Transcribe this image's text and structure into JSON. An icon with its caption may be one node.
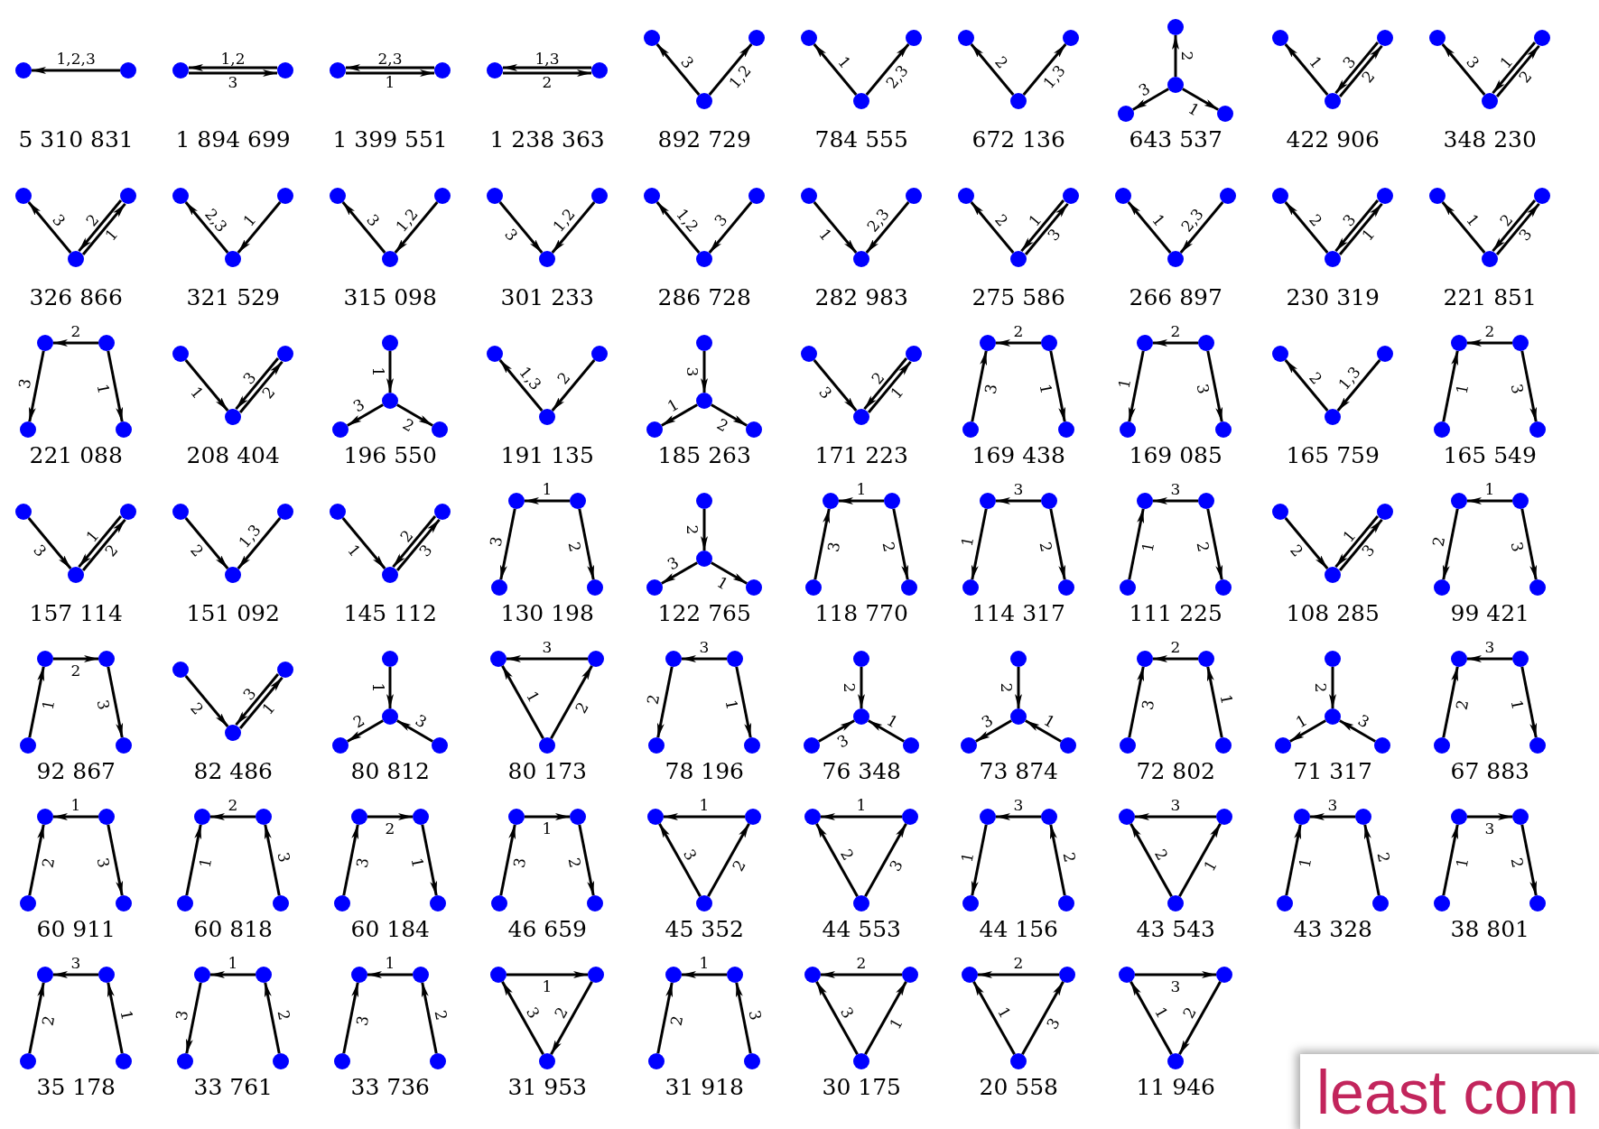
{
  "diagram": {
    "nodes": [
      {
        "text": [],
        "shape": "circle"
      },
      {
        "text": [],
        "shape": "circle"
      },
      {
        "text": [],
        "shape": "circle"
      },
      {
        "text": [],
        "shape": "circle"
      },
      {
        "text": [],
        "shape": "circle"
      },
      {
        "text": [],
        "shape": "circle"
      },
      {
        "text": [],
        "shape": "circle"
      },
      {
        "text": [],
        "shape": "circle"
      },
      {
        "text": [],
        "shape": "circle"
      },
      {
        "text": [],
        "shape": "circle"
      },
      {
        "text": [],
        "shape": "circle"
      },
      {
        "text": [],
        "shape": "circle"
      },
      {
        "text": [],
        "shape": "circle"
      },
      {
        "text": [],
        "shape": "circle"
      },
      {
        "text": [],
        "shape": "circle"
      },
      {
        "text": [],
        "shape": "circle"
      },
      {
        "text": [],
        "shape": "circle"
      },
      {
        "text": [],
        "shape": "circle"
      },
      {
        "text": [],
        "shape": "circle"
      },
      {
        "text": [],
        "shape": "circle"
      },
      {
        "text": [],
        "shape": "circle"
      },
      {
        "text": [],
        "shape": "circle"
      },
      {
        "text": [],
        "shape": "circle"
      },
      {
        "text": [],
        "shape": "circle"
      },
      {
        "text": [],
        "shape": "circle"
      },
      {
        "text": [],
        "shape": "circle"
      },
      {
        "text": [],
        "shape": "circle"
      },
      {
        "text": [],
        "shape": "circle"
      },
      {
        "text": [],
        "shape": "circle"
      },
      {
        "text": [],
        "shape": "circle"
      },
      {
        "text": [],
        "shape": "circle"
      },
      {
        "text": [],
        "shape": "circle"
      },
      {
        "text": [],
        "shape": "circle"
      },
      {
        "text": [],
        "shape": "circle"
      },
      {
        "text": [],
        "shape": "circle"
      },
      {
        "text": [],
        "shape": "circle"
      },
      {
        "text": [],
        "shape": "circle"
      },
      {
        "text": [],
        "shape": "circle"
      },
      {
        "text": [],
        "shape": "circle"
      },
      {
        "text": [],
        "shape": "circle"
      },
      {
        "text": [],
        "shape": "circle"
      },
      {
        "text": [],
        "shape": "circle"
      },
      {
        "text": [],
        "shape": "circle"
      },
      {
        "text": [],
        "shape": "circle"
      },
      {
        "text": [],
        "shape": "circle"
      },
      {
        "text": [],
        "shape": "circle"
      },
      {
        "text": [],
        "shape": "circle"
      },
      {
        "text": [],
        "shape": "circle"
      },
      {
        "text": [],
        "shape": "circle"
      },
      {
        "text": [],
        "shape": "circle"
      },
      {
        "text": [],
        "shape": "circle"
      },
      {
        "text": [],
        "shape": "circle"
      },
      {
        "text": [],
        "shape": "circle"
      },
      {
        "text": [],
        "shape": "circle"
      },
      {
        "text": [],
        "shape": "circle"
      },
      {
        "text": [],
        "shape": "circle"
      },
      {
        "text": [],
        "shape": "circle"
      },
      {
        "text": [],
        "shape": "circle"
      },
      {
        "text": [],
        "shape": "circle"
      },
      {
        "text": [],
        "shape": "circle"
      },
      {
        "text": [],
        "shape": "circle"
      },
      {
        "text": [],
        "shape": "circle"
      },
      {
        "text": [],
        "shape": "circle"
      },
      {
        "text": [],
        "shape": "circle"
      },
      {
        "text": [],
        "shape": "circle"
      },
      {
        "text": [],
        "shape": "circle"
      },
      {
        "text": [],
        "shape": "circle"
      },
      {
        "text": [],
        "shape": "circle"
      },
      {
        "text": [],
        "shape": "circle"
      },
      {
        "text": [],
        "shape": "circle"
      },
      {
        "text": [],
        "shape": "circle"
      },
      {
        "text": [],
        "shape": "circle"
      },
      {
        "text": [],
        "shape": "circle"
      },
      {
        "text": [],
        "shape": "circle"
      },
      {
        "text": [],
        "shape": "circle"
      },
      {
        "text": [],
        "shape": "circle"
      },
      {
        "text": [],
        "shape": "circle"
      },
      {
        "text": [],
        "shape": "circle"
      },
      {
        "text": [],
        "shape": "circle"
      },
      {
        "text": [],
        "shape": "circle"
      },
      {
        "text": [],
        "shape": "circle"
      },
      {
        "text": [],
        "shape": "circle"
      },
      {
        "text": [],
        "shape": "circle"
      },
      {
        "text": [],
        "shape": "circle"
      },
      {
        "text": [],
        "shape": "circle"
      },
      {
        "text": [],
        "shape": "circle"
      },
      {
        "text": [],
        "shape": "circle"
      },
      {
        "text": [],
        "shape": "circle"
      },
      {
        "text": [],
        "shape": "circle"
      },
      {
        "text": [],
        "shape": "circle"
      },
      {
        "text": [],
        "shape": "circle"
      },
      {
        "text": [],
        "shape": "circle"
      },
      {
        "text": [],
        "shape": "circle"
      },
      {
        "text": [],
        "shape": "circle"
      },
      {
        "text": [],
        "shape": "circle"
      },
      {
        "text": [],
        "shape": "circle"
      },
      {
        "text": [],
        "shape": "circle"
      },
      {
        "text": [],
        "shape": "circle"
      },
      {
        "text": [],
        "shape": "circle"
      },
      {
        "text": [],
        "shape": "circle"
      },
      {
        "text": [],
        "shape": "circle"
      },
      {
        "text": [],
        "shape": "circle"
      },
      {
        "text": [],
        "shape": "circle"
      },
      {
        "text": [],
        "shape": "circle"
      },
      {
        "text": [],
        "shape": "circle"
      },
      {
        "text": [],
        "shape": "circle"
      },
      {
        "text": [],
        "shape": "circle"
      },
      {
        "text": [],
        "shape": "circle"
      },
      {
        "text": [],
        "shape": "circle"
      },
      {
        "text": [],
        "shape": "circle"
      },
      {
        "text": [],
        "shape": "circle"
      },
      {
        "text": [],
        "shape": "circle"
      },
      {
        "text": [],
        "shape": "circle"
      },
      {
        "text": [],
        "shape": "circle"
      },
      {
        "text": [],
        "shape": "circle"
      },
      {
        "text": [],
        "shape": "circle"
      },
      {
        "text": [],
        "shape": "circle"
      },
      {
        "text": [],
        "shape": "circle"
      },
      {
        "text": [],
        "shape": "circle"
      },
      {
        "text": [],
        "shape": "circle"
      },
      {
        "text": [],
        "shape": "circle"
      },
      {
        "text": [],
        "shape": "circle"
      },
      {
        "text": [],
        "shape": "circle"
      },
      {
        "text": [],
        "shape": "circle"
      },
      {
        "text": [],
        "shape": "circle"
      },
      {
        "text": [],
        "shape": "circle"
      },
      {
        "text": [],
        "shape": "circle"
      },
      {
        "text": [],
        "shape": "circle"
      },
      {
        "text": [],
        "shape": "circle"
      },
      {
        "text": [],
        "shape": "circle"
      },
      {
        "text": [],
        "shape": "circle"
      },
      {
        "text": [],
        "shape": "circle"
      },
      {
        "text": [],
        "shape": "circle"
      },
      {
        "text": [],
        "shape": "circle"
      },
      {
        "text": [],
        "shape": "circle"
      },
      {
        "text": [],
        "shape": "circle"
      },
      {
        "text": [],
        "shape": "circle"
      },
      {
        "text": [],
        "shape": "circle"
      },
      {
        "text": [],
        "shape": "circle"
      },
      {
        "text": [],
        "shape": "circle"
      },
      {
        "text": [],
        "shape": "circle"
      },
      {
        "text": [],
        "shape": "circle"
      },
      {
        "text": [],
        "shape": "circle"
      },
      {
        "text": [],
        "shape": "circle"
      },
      {
        "text": [],
        "shape": "circle"
      },
      {
        "text": [],
        "shape": "circle"
      },
      {
        "text": [],
        "shape": "circle"
      },
      {
        "text": [],
        "shape": "circle"
      },
      {
        "text": [],
        "shape": "circle"
      },
      {
        "text": [],
        "shape": "circle"
      },
      {
        "text": [],
        "shape": "circle"
      },
      {
        "text": [],
        "shape": "circle"
      },
      {
        "text": [],
        "shape": "circle"
      },
      {
        "text": [],
        "shape": "circle"
      },
      {
        "text": [],
        "shape": "circle"
      },
      {
        "text": [],
        "shape": "circle"
      },
      {
        "text": [],
        "shape": "circle"
      },
      {
        "text": [],
        "shape": "circle"
      },
      {
        "text": [],
        "shape": "circle"
      },
      {
        "text": [],
        "shape": "circle"
      },
      {
        "text": [],
        "shape": "circle"
      },
      {
        "text": [],
        "shape": "circle"
      },
      {
        "text": [],
        "shape": "circle"
      },
      {
        "text": [],
        "shape": "circle"
      },
      {
        "text": [],
        "shape": "circle"
      },
      {
        "text": [],
        "shape": "circle"
      },
      {
        "text": [],
        "shape": "circle"
      },
      {
        "text": [],
        "shape": "circle"
      },
      {
        "text": [],
        "shape": "circle"
      },
      {
        "text": [],
        "shape": "circle"
      },
      {
        "text": [],
        "shape": "circle"
      },
      {
        "text": [],
        "shape": "circle"
      },
      {
        "text": [],
        "shape": "circle"
      },
      {
        "text": [],
        "shape": "circle"
      },
      {
        "text": [],
        "shape": "circle"
      },
      {
        "text": [],
        "shape": "circle"
      },
      {
        "text": [],
        "shape": "circle"
      },
      {
        "text": [],
        "shape": "circle"
      },
      {
        "text": [],
        "shape": "circle"
      },
      {
        "text": [],
        "shape": "circle"
      },
      {
        "text": [],
        "shape": "circle"
      },
      {
        "text": [],
        "shape": "circle"
      },
      {
        "text": [],
        "shape": "circle"
      },
      {
        "text": [],
        "shape": "circle"
      },
      {
        "text": [],
        "shape": "circle"
      },
      {
        "text": [],
        "shape": "circle"
      },
      {
        "text": [],
        "shape": "circle"
      },
      {
        "text": [],
        "shape": "circle"
      },
      {
        "text": [],
        "shape": "circle"
      },
      {
        "text": [],
        "shape": "circle"
      },
      {
        "text": [],
        "shape": "circle"
      },
      {
        "text": [],
        "shape": "circle"
      },
      {
        "text": [],
        "shape": "circle"
      },
      {
        "text": [],
        "shape": "circle"
      },
      {
        "text": [],
        "shape": "circle"
      },
      {
        "text": [],
        "shape": "circle"
      },
      {
        "text": [],
        "shape": "circle"
      },
      {
        "text": [],
        "shape": "circle"
      },
      {
        "text": [],
        "shape": "circle"
      },
      {
        "text": [],
        "shape": "circle"
      },
      {
        "text": [],
        "shape": "circle"
      },
      {
        "text": [],
        "shape": "circle"
      },
      {
        "text": [],
        "shape": "circle"
      },
      {
        "text": [],
        "shape": "circle"
      },
      {
        "text": [],
        "shape": "circle"
      },
      {
        "text": [],
        "shape": "circle"
      },
      {
        "text": [],
        "shape": "circle"
      },
      {
        "text": [],
        "shape": "circle"
      },
      {
        "text": [],
        "shape": "circle"
      },
      {
        "text": [],
        "shape": "circle"
      },
      {
        "text": [],
        "shape": "circle"
      },
      {
        "text": [],
        "shape": "circle"
      },
      {
        "text": [],
        "shape": "circle"
      },
      {
        "text": [],
        "shape": "circle"
      },
      {
        "text": [],
        "shape": "circle"
      },
      {
        "text": [],
        "shape": "circle"
      },
      {
        "text": [],
        "shape": "circle"
      },
      {
        "text": [],
        "shape": "circle"
      },
      {
        "text": [],
        "shape": "circle"
      },
      {
        "text": [],
        "shape": "circle"
      },
      {
        "text": [],
        "shape": "circle"
      },
      {
        "text": [],
        "shape": "circle"
      },
      {
        "text": [],
        "shape": "circle"
      },
      {
        "text": [],
        "shape": "circle"
      },
      {
        "text": [],
        "shape": "circle"
      },
      {
        "text": [],
        "shape": "circle"
      },
      {
        "text": [],
        "shape": "circle"
      },
      {
        "text": [],
        "shape": "circle"
      },
      {
        "text": [],
        "shape": "circle"
      },
      {
        "text": [],
        "shape": "circle"
      },
      {
        "text": [],
        "shape": "circle"
      },
      {
        "text": [],
        "shape": "circle"
      }
    ],
    "edges": [
      {
        "from": 1,
        "to": 0,
        "arrow": "to",
        "label": "1,2,3"
      },
      {
        "from": 3,
        "to": 2,
        "arrow": "to",
        "label": "1,2"
      },
      {
        "from": 2,
        "to": 3,
        "arrow": "to",
        "label": "3"
      },
      {
        "from": 5,
        "to": 4,
        "arrow": "to",
        "label": "2,3"
      },
      {
        "from": 4,
        "to": 5,
        "arrow": "to",
        "label": "1"
      },
      {
        "from": 7,
        "to": 6,
        "arrow": "to",
        "label": "1,3"
      },
      {
        "from": 6,
        "to": 7,
        "arrow": "to",
        "label": "2"
      },
      {
        "from": 10,
        "to": 8,
        "arrow": "to",
        "label": "3"
      },
      {
        "from": 10,
        "to": 9,
        "arrow": "to",
        "label": "1,2"
      },
      {
        "from": 13,
        "to": 11,
        "arrow": "to",
        "label": "1"
      },
      {
        "from": 13,
        "to": 12,
        "arrow": "to",
        "label": "2,3"
      },
      {
        "from": 16,
        "to": 14,
        "arrow": "to",
        "label": "2"
      },
      {
        "from": 16,
        "to": 15,
        "arrow": "to",
        "label": "1,3"
      },
      {
        "from": 18,
        "to": 17,
        "arrow": "to",
        "label": "2"
      },
      {
        "from": 18,
        "to": 19,
        "arrow": "to",
        "label": "3"
      },
      {
        "from": 18,
        "to": 20,
        "arrow": "to",
        "label": "1"
      },
      {
        "from": 23,
        "to": 21,
        "arrow": "to",
        "label": "1"
      },
      {
        "from": 23,
        "to": 22,
        "arrow": "to",
        "label": "2"
      },
      {
        "from": 22,
        "to": 23,
        "arrow": "to",
        "label": "3"
      },
      {
        "from": 26,
        "to": 24,
        "arrow": "to",
        "label": "3"
      },
      {
        "from": 26,
        "to": 25,
        "arrow": "to",
        "label": "2"
      },
      {
        "from": 25,
        "to": 26,
        "arrow": "to",
        "label": "1"
      },
      {
        "from": 29,
        "to": 27,
        "arrow": "to",
        "label": "3"
      },
      {
        "from": 29,
        "to": 28,
        "arrow": "to",
        "label": "1"
      },
      {
        "from": 28,
        "to": 29,
        "arrow": "to",
        "label": "2"
      },
      {
        "from": 32,
        "to": 30,
        "arrow": "to",
        "label": "2,3"
      },
      {
        "from": 31,
        "to": 32,
        "arrow": "to",
        "label": "1"
      },
      {
        "from": 35,
        "to": 33,
        "arrow": "to",
        "label": "3"
      },
      {
        "from": 34,
        "to": 35,
        "arrow": "to",
        "label": "1,2"
      },
      {
        "from": 36,
        "to": 38,
        "arrow": "to",
        "label": "3"
      },
      {
        "from": 37,
        "to": 38,
        "arrow": "to",
        "label": "1,2"
      },
      {
        "from": 41,
        "to": 39,
        "arrow": "to",
        "label": "1,2"
      },
      {
        "from": 40,
        "to": 41,
        "arrow": "to",
        "label": "3"
      },
      {
        "from": 42,
        "to": 44,
        "arrow": "to",
        "label": "1"
      },
      {
        "from": 43,
        "to": 44,
        "arrow": "to",
        "label": "2,3"
      },
      {
        "from": 47,
        "to": 45,
        "arrow": "to",
        "label": "2"
      },
      {
        "from": 47,
        "to": 46,
        "arrow": "to",
        "label": "3"
      },
      {
        "from": 46,
        "to": 47,
        "arrow": "to",
        "label": "1"
      },
      {
        "from": 50,
        "to": 48,
        "arrow": "to",
        "label": "1"
      },
      {
        "from": 49,
        "to": 50,
        "arrow": "to",
        "label": "2,3"
      },
      {
        "from": 53,
        "to": 51,
        "arrow": "to",
        "label": "2"
      },
      {
        "from": 53,
        "to": 52,
        "arrow": "to",
        "label": "1"
      },
      {
        "from": 52,
        "to": 53,
        "arrow": "to",
        "label": "3"
      },
      {
        "from": 56,
        "to": 54,
        "arrow": "to",
        "label": "1"
      },
      {
        "from": 56,
        "to": 55,
        "arrow": "to",
        "label": "3"
      },
      {
        "from": 55,
        "to": 56,
        "arrow": "to",
        "label": "2"
      },
      {
        "from": 58,
        "to": 57,
        "arrow": "to",
        "label": "2"
      },
      {
        "from": 57,
        "to": 59,
        "arrow": "to",
        "label": "3"
      },
      {
        "from": 58,
        "to": 60,
        "arrow": "to",
        "label": "1"
      },
      {
        "from": 61,
        "to": 63,
        "arrow": "to",
        "label": "1"
      },
      {
        "from": 63,
        "to": 62,
        "arrow": "to",
        "label": "2"
      },
      {
        "from": 62,
        "to": 63,
        "arrow": "to",
        "label": "3"
      },
      {
        "from": 64,
        "to": 65,
        "arrow": "to",
        "label": "1"
      },
      {
        "from": 65,
        "to": 66,
        "arrow": "to",
        "label": "3"
      },
      {
        "from": 65,
        "to": 67,
        "arrow": "to",
        "label": "2"
      },
      {
        "from": 70,
        "to": 68,
        "arrow": "to",
        "label": "1,3"
      },
      {
        "from": 69,
        "to": 70,
        "arrow": "to",
        "label": "2"
      },
      {
        "from": 71,
        "to": 72,
        "arrow": "to",
        "label": "3"
      },
      {
        "from": 72,
        "to": 73,
        "arrow": "to",
        "label": "1"
      },
      {
        "from": 72,
        "to": 74,
        "arrow": "to",
        "label": "2"
      },
      {
        "from": 75,
        "to": 77,
        "arrow": "to",
        "label": "3"
      },
      {
        "from": 77,
        "to": 76,
        "arrow": "to",
        "label": "1"
      },
      {
        "from": 76,
        "to": 77,
        "arrow": "to",
        "label": "2"
      },
      {
        "from": 79,
        "to": 78,
        "arrow": "to",
        "label": "2"
      },
      {
        "from": 80,
        "to": 78,
        "arrow": "to",
        "label": "3"
      },
      {
        "from": 79,
        "to": 81,
        "arrow": "to",
        "label": "1"
      },
      {
        "from": 83,
        "to": 82,
        "arrow": "to",
        "label": "2"
      },
      {
        "from": 82,
        "to": 84,
        "arrow": "to",
        "label": "1"
      },
      {
        "from": 83,
        "to": 85,
        "arrow": "to",
        "label": "3"
      },
      {
        "from": 88,
        "to": 86,
        "arrow": "to",
        "label": "2"
      },
      {
        "from": 87,
        "to": 88,
        "arrow": "to",
        "label": "1,3"
      },
      {
        "from": 90,
        "to": 89,
        "arrow": "to",
        "label": "2"
      },
      {
        "from": 91,
        "to": 89,
        "arrow": "to",
        "label": "1"
      },
      {
        "from": 90,
        "to": 92,
        "arrow": "to",
        "label": "3"
      },
      {
        "from": 93,
        "to": 95,
        "arrow": "to",
        "label": "3"
      },
      {
        "from": 95,
        "to": 94,
        "arrow": "to",
        "label": "2"
      },
      {
        "from": 94,
        "to": 95,
        "arrow": "to",
        "label": "1"
      },
      {
        "from": 96,
        "to": 98,
        "arrow": "to",
        "label": "2"
      },
      {
        "from": 97,
        "to": 98,
        "arrow": "to",
        "label": "1,3"
      },
      {
        "from": 99,
        "to": 101,
        "arrow": "to",
        "label": "1"
      },
      {
        "from": 101,
        "to": 100,
        "arrow": "to",
        "label": "3"
      },
      {
        "from": 100,
        "to": 101,
        "arrow": "to",
        "label": "2"
      },
      {
        "from": 103,
        "to": 102,
        "arrow": "to",
        "label": "1"
      },
      {
        "from": 102,
        "to": 104,
        "arrow": "to",
        "label": "3"
      },
      {
        "from": 103,
        "to": 105,
        "arrow": "to",
        "label": "2"
      },
      {
        "from": 106,
        "to": 107,
        "arrow": "to",
        "label": "2"
      },
      {
        "from": 107,
        "to": 108,
        "arrow": "to",
        "label": "3"
      },
      {
        "from": 107,
        "to": 109,
        "arrow": "to",
        "label": "1"
      },
      {
        "from": 111,
        "to": 110,
        "arrow": "to",
        "label": "1"
      },
      {
        "from": 112,
        "to": 110,
        "arrow": "to",
        "label": "3"
      },
      {
        "from": 111,
        "to": 113,
        "arrow": "to",
        "label": "2"
      },
      {
        "from": 115,
        "to": 114,
        "arrow": "to",
        "label": "3"
      },
      {
        "from": 114,
        "to": 116,
        "arrow": "to",
        "label": "1"
      },
      {
        "from": 115,
        "to": 117,
        "arrow": "to",
        "label": "2"
      },
      {
        "from": 119,
        "to": 118,
        "arrow": "to",
        "label": "3"
      },
      {
        "from": 120,
        "to": 118,
        "arrow": "to",
        "label": "1"
      },
      {
        "from": 119,
        "to": 121,
        "arrow": "to",
        "label": "2"
      },
      {
        "from": 122,
        "to": 124,
        "arrow": "to",
        "label": "2"
      },
      {
        "from": 124,
        "to": 123,
        "arrow": "to",
        "label": "3"
      },
      {
        "from": 123,
        "to": 124,
        "arrow": "to",
        "label": "1"
      },
      {
        "from": 126,
        "to": 125,
        "arrow": "to",
        "label": "1"
      },
      {
        "from": 125,
        "to": 127,
        "arrow": "to",
        "label": "2"
      },
      {
        "from": 126,
        "to": 128,
        "arrow": "to",
        "label": "3"
      },
      {
        "from": 129,
        "to": 130,
        "arrow": "to",
        "label": "2"
      },
      {
        "from": 131,
        "to": 129,
        "arrow": "to",
        "label": "1"
      },
      {
        "from": 130,
        "to": 132,
        "arrow": "to",
        "label": "3"
      },
      {
        "from": 133,
        "to": 135,
        "arrow": "to",
        "label": "2"
      },
      {
        "from": 135,
        "to": 134,
        "arrow": "to",
        "label": "1"
      },
      {
        "from": 134,
        "to": 135,
        "arrow": "to",
        "label": "3"
      },
      {
        "from": 136,
        "to": 137,
        "arrow": "to",
        "label": "1"
      },
      {
        "from": 137,
        "to": 138,
        "arrow": "to",
        "label": "2"
      },
      {
        "from": 139,
        "to": 137,
        "arrow": "to",
        "label": "3"
      },
      {
        "from": 141,
        "to": 140,
        "arrow": "to",
        "label": "3"
      },
      {
        "from": 142,
        "to": 140,
        "arrow": "to",
        "label": "1"
      },
      {
        "from": 142,
        "to": 141,
        "arrow": "to",
        "label": "2"
      },
      {
        "from": 144,
        "to": 143,
        "arrow": "to",
        "label": "3"
      },
      {
        "from": 143,
        "to": 145,
        "arrow": "to",
        "label": "2"
      },
      {
        "from": 144,
        "to": 146,
        "arrow": "to",
        "label": "1"
      },
      {
        "from": 147,
        "to": 148,
        "arrow": "to",
        "label": "2"
      },
      {
        "from": 149,
        "to": 148,
        "arrow": "to",
        "label": "3"
      },
      {
        "from": 150,
        "to": 148,
        "arrow": "to",
        "label": "1"
      },
      {
        "from": 151,
        "to": 152,
        "arrow": "to",
        "label": "2"
      },
      {
        "from": 152,
        "to": 153,
        "arrow": "to",
        "label": "3"
      },
      {
        "from": 154,
        "to": 152,
        "arrow": "to",
        "label": "1"
      },
      {
        "from": 156,
        "to": 155,
        "arrow": "to",
        "label": "2"
      },
      {
        "from": 157,
        "to": 155,
        "arrow": "to",
        "label": "3"
      },
      {
        "from": 158,
        "to": 156,
        "arrow": "to",
        "label": "1"
      },
      {
        "from": 159,
        "to": 160,
        "arrow": "to",
        "label": "2"
      },
      {
        "from": 160,
        "to": 161,
        "arrow": "to",
        "label": "1"
      },
      {
        "from": 162,
        "to": 160,
        "arrow": "to",
        "label": "3"
      },
      {
        "from": 164,
        "to": 163,
        "arrow": "to",
        "label": "3"
      },
      {
        "from": 165,
        "to": 163,
        "arrow": "to",
        "label": "2"
      },
      {
        "from": 164,
        "to": 166,
        "arrow": "to",
        "label": "1"
      },
      {
        "from": 168,
        "to": 167,
        "arrow": "to",
        "label": "1"
      },
      {
        "from": 169,
        "to": 167,
        "arrow": "to",
        "label": "2"
      },
      {
        "from": 168,
        "to": 170,
        "arrow": "to",
        "label": "3"
      },
      {
        "from": 172,
        "to": 171,
        "arrow": "to",
        "label": "2"
      },
      {
        "from": 173,
        "to": 171,
        "arrow": "to",
        "label": "1"
      },
      {
        "from": 174,
        "to": 172,
        "arrow": "to",
        "label": "3"
      },
      {
        "from": 175,
        "to": 176,
        "arrow": "to",
        "label": "2"
      },
      {
        "from": 177,
        "to": 175,
        "arrow": "to",
        "label": "3"
      },
      {
        "from": 176,
        "to": 178,
        "arrow": "to",
        "label": "1"
      },
      {
        "from": 179,
        "to": 180,
        "arrow": "to",
        "label": "1"
      },
      {
        "from": 181,
        "to": 179,
        "arrow": "to",
        "label": "3"
      },
      {
        "from": 180,
        "to": 182,
        "arrow": "to",
        "label": "2"
      },
      {
        "from": 184,
        "to": 183,
        "arrow": "to",
        "label": "1"
      },
      {
        "from": 185,
        "to": 183,
        "arrow": "to",
        "label": "3"
      },
      {
        "from": 185,
        "to": 184,
        "arrow": "to",
        "label": "2"
      },
      {
        "from": 187,
        "to": 186,
        "arrow": "to",
        "label": "1"
      },
      {
        "from": 188,
        "to": 186,
        "arrow": "to",
        "label": "2"
      },
      {
        "from": 188,
        "to": 187,
        "arrow": "to",
        "label": "3"
      },
      {
        "from": 190,
        "to": 189,
        "arrow": "to",
        "label": "3"
      },
      {
        "from": 189,
        "to": 191,
        "arrow": "to",
        "label": "1"
      },
      {
        "from": 192,
        "to": 190,
        "arrow": "to",
        "label": "2"
      },
      {
        "from": 194,
        "to": 193,
        "arrow": "to",
        "label": "3"
      },
      {
        "from": 195,
        "to": 193,
        "arrow": "to",
        "label": "2"
      },
      {
        "from": 195,
        "to": 194,
        "arrow": "to",
        "label": "1"
      },
      {
        "from": 197,
        "to": 196,
        "arrow": "to",
        "label": "3"
      },
      {
        "from": 198,
        "to": 196,
        "arrow": "to",
        "label": "1"
      },
      {
        "from": 199,
        "to": 197,
        "arrow": "to",
        "label": "2"
      },
      {
        "from": 200,
        "to": 201,
        "arrow": "to",
        "label": "3"
      },
      {
        "from": 202,
        "to": 200,
        "arrow": "to",
        "label": "1"
      },
      {
        "from": 201,
        "to": 203,
        "arrow": "to",
        "label": "2"
      },
      {
        "from": 205,
        "to": 204,
        "arrow": "to",
        "label": "3"
      },
      {
        "from": 206,
        "to": 204,
        "arrow": "to",
        "label": "2"
      },
      {
        "from": 207,
        "to": 205,
        "arrow": "to",
        "label": "1"
      },
      {
        "from": 209,
        "to": 208,
        "arrow": "to",
        "label": "1"
      },
      {
        "from": 208,
        "to": 210,
        "arrow": "to",
        "label": "3"
      },
      {
        "from": 211,
        "to": 209,
        "arrow": "to",
        "label": "2"
      },
      {
        "from": 213,
        "to": 212,
        "arrow": "to",
        "label": "1"
      },
      {
        "from": 214,
        "to": 212,
        "arrow": "to",
        "label": "3"
      },
      {
        "from": 215,
        "to": 213,
        "arrow": "to",
        "label": "2"
      },
      {
        "from": 216,
        "to": 217,
        "arrow": "to",
        "label": "1"
      },
      {
        "from": 218,
        "to": 216,
        "arrow": "to",
        "label": "3"
      },
      {
        "from": 217,
        "to": 218,
        "arrow": "to",
        "label": "2"
      },
      {
        "from": 220,
        "to": 219,
        "arrow": "to",
        "label": "1"
      },
      {
        "from": 221,
        "to": 219,
        "arrow": "to",
        "label": "2"
      },
      {
        "from": 222,
        "to": 220,
        "arrow": "to",
        "label": "3"
      },
      {
        "from": 224,
        "to": 223,
        "arrow": "to",
        "label": "2"
      },
      {
        "from": 225,
        "to": 223,
        "arrow": "to",
        "label": "3"
      },
      {
        "from": 225,
        "to": 224,
        "arrow": "to",
        "label": "1"
      },
      {
        "from": 227,
        "to": 226,
        "arrow": "to",
        "label": "2"
      },
      {
        "from": 228,
        "to": 226,
        "arrow": "to",
        "label": "1"
      },
      {
        "from": 228,
        "to": 227,
        "arrow": "to",
        "label": "3"
      },
      {
        "from": 229,
        "to": 230,
        "arrow": "to",
        "label": "3"
      },
      {
        "from": 231,
        "to": 229,
        "arrow": "to",
        "label": "1"
      },
      {
        "from": 230,
        "to": 231,
        "arrow": "to",
        "label": "2"
      }
    ],
    "labels": [
      "5 310 831",
      "1 894 699",
      "1 399 551",
      "1 238 363",
      "892 729",
      "784 555",
      "672 136",
      "643 537",
      "422 906",
      "348 230",
      "326 866",
      "321 529",
      "315 098",
      "301 233",
      "286 728",
      "282 983",
      "275 586",
      "266 897",
      "230 319",
      "221 851",
      "221 088",
      "208 404",
      "196 550",
      "191 135",
      "185 263",
      "171 223",
      "169 438",
      "169 085",
      "165 759",
      "165 549",
      "157 114",
      "151 092",
      "145 112",
      "130 198",
      "122 765",
      "118 770",
      "114 317",
      "111 225",
      "108 285",
      "99 421",
      "92 867",
      "82 486",
      "80 812",
      "80 173",
      "78 196",
      "76 348",
      "73 874",
      "72 802",
      "71 317",
      "67 883",
      "60 911",
      "60 818",
      "60 184",
      "46 659",
      "45 352",
      "44 553",
      "44 156",
      "43 543",
      "43 328",
      "38 801",
      "35 178",
      "33 761",
      "33 736",
      "31 953",
      "31 918",
      "30 175",
      "20 558",
      "11 946",
      "least com"
    ]
  }
}
